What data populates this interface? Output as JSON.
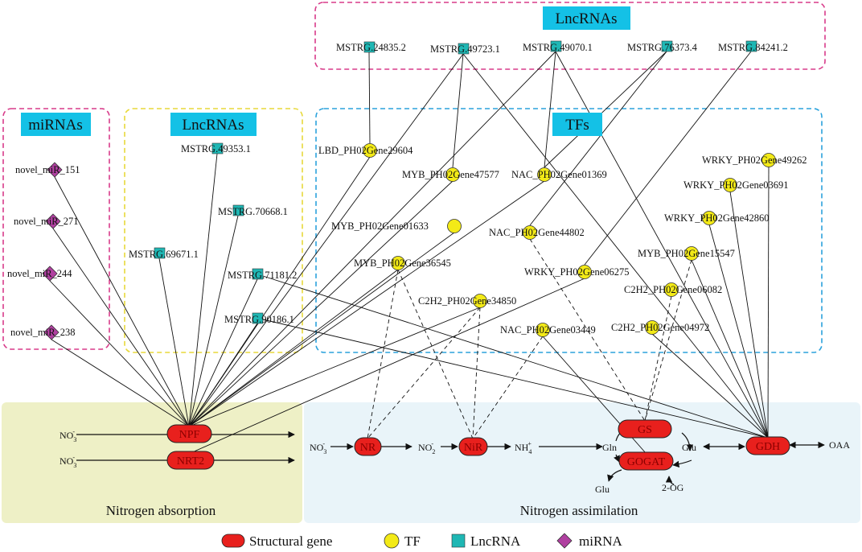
{
  "groups": {
    "lnc_top": "LncRNAs",
    "tfs": "TFs",
    "mirnas": "miRNAs",
    "lnc_left": "LncRNAs"
  },
  "mirnas": [
    "novel_miR_151",
    "novel_miR_271",
    "novel_miR_244",
    "novel_miR_238"
  ],
  "lnc_left": [
    "MSTRG.49353.1",
    "MSTRG.70668.1",
    "MSTRG.69671.1",
    "MSTRG.71181.2",
    "MSTRG.90186.1"
  ],
  "lnc_top": [
    "MSTRG.24835.2",
    "MSTRG.49723.1",
    "MSTRG.49070.1",
    "MSTRG.76373.4",
    "MSTRG.84241.2"
  ],
  "tfs": [
    "LBD_PH02Gene29604",
    "MYB_PH02Gene47577",
    "NAC_PH02Gene01369",
    "MYB_PH02Gene01633",
    "NAC_PH02Gene44802",
    "MYB_PH02Gene36545",
    "C2H2_PH02Gene34850",
    "NAC_PH02Gene03449",
    "WRKY_PH02Gene49262",
    "WRKY_PH02Gene03691",
    "WRKY_PH02Gene42860",
    "MYB_PH02Gene15547",
    "WRKY_PH02Gene06275",
    "C2H2_PH02Gene06082",
    "C2H2_PH02Gene04972"
  ],
  "genes": [
    "NPF",
    "NRT2",
    "NR",
    "NiR",
    "GS",
    "GOGAT",
    "GDH"
  ],
  "chem": {
    "no3": "NO",
    "no3_sub": "3",
    "no3_sup": "-",
    "no2": "NO",
    "no2_sub": "2",
    "no2_sup": "-",
    "nh4": "NH",
    "nh4_sub": "4",
    "nh4_sup": "+",
    "gln": "Gln",
    "glu": "Glu",
    "og": "2-OG",
    "oaa": "OAA"
  },
  "sections": {
    "absorption": "Nitrogen absorption",
    "assimilation": "Nitrogen assimilation"
  },
  "legend": [
    "Structural gene",
    "TF",
    "LncRNA",
    "miRNA"
  ],
  "colors": {
    "gene_fill": "#e8201d",
    "tf_fill": "#f3ea17",
    "lnc_fill": "#1fb7b4",
    "mirna_fill": "#b040a0",
    "header_fill": "#14c1e6",
    "absorption_bg": "#eef0c6",
    "assimilation_bg": "#e9f4f9",
    "box_pink": "#d83b8a",
    "box_yellow": "#e8d93a",
    "box_blue": "#2ba2dc"
  }
}
